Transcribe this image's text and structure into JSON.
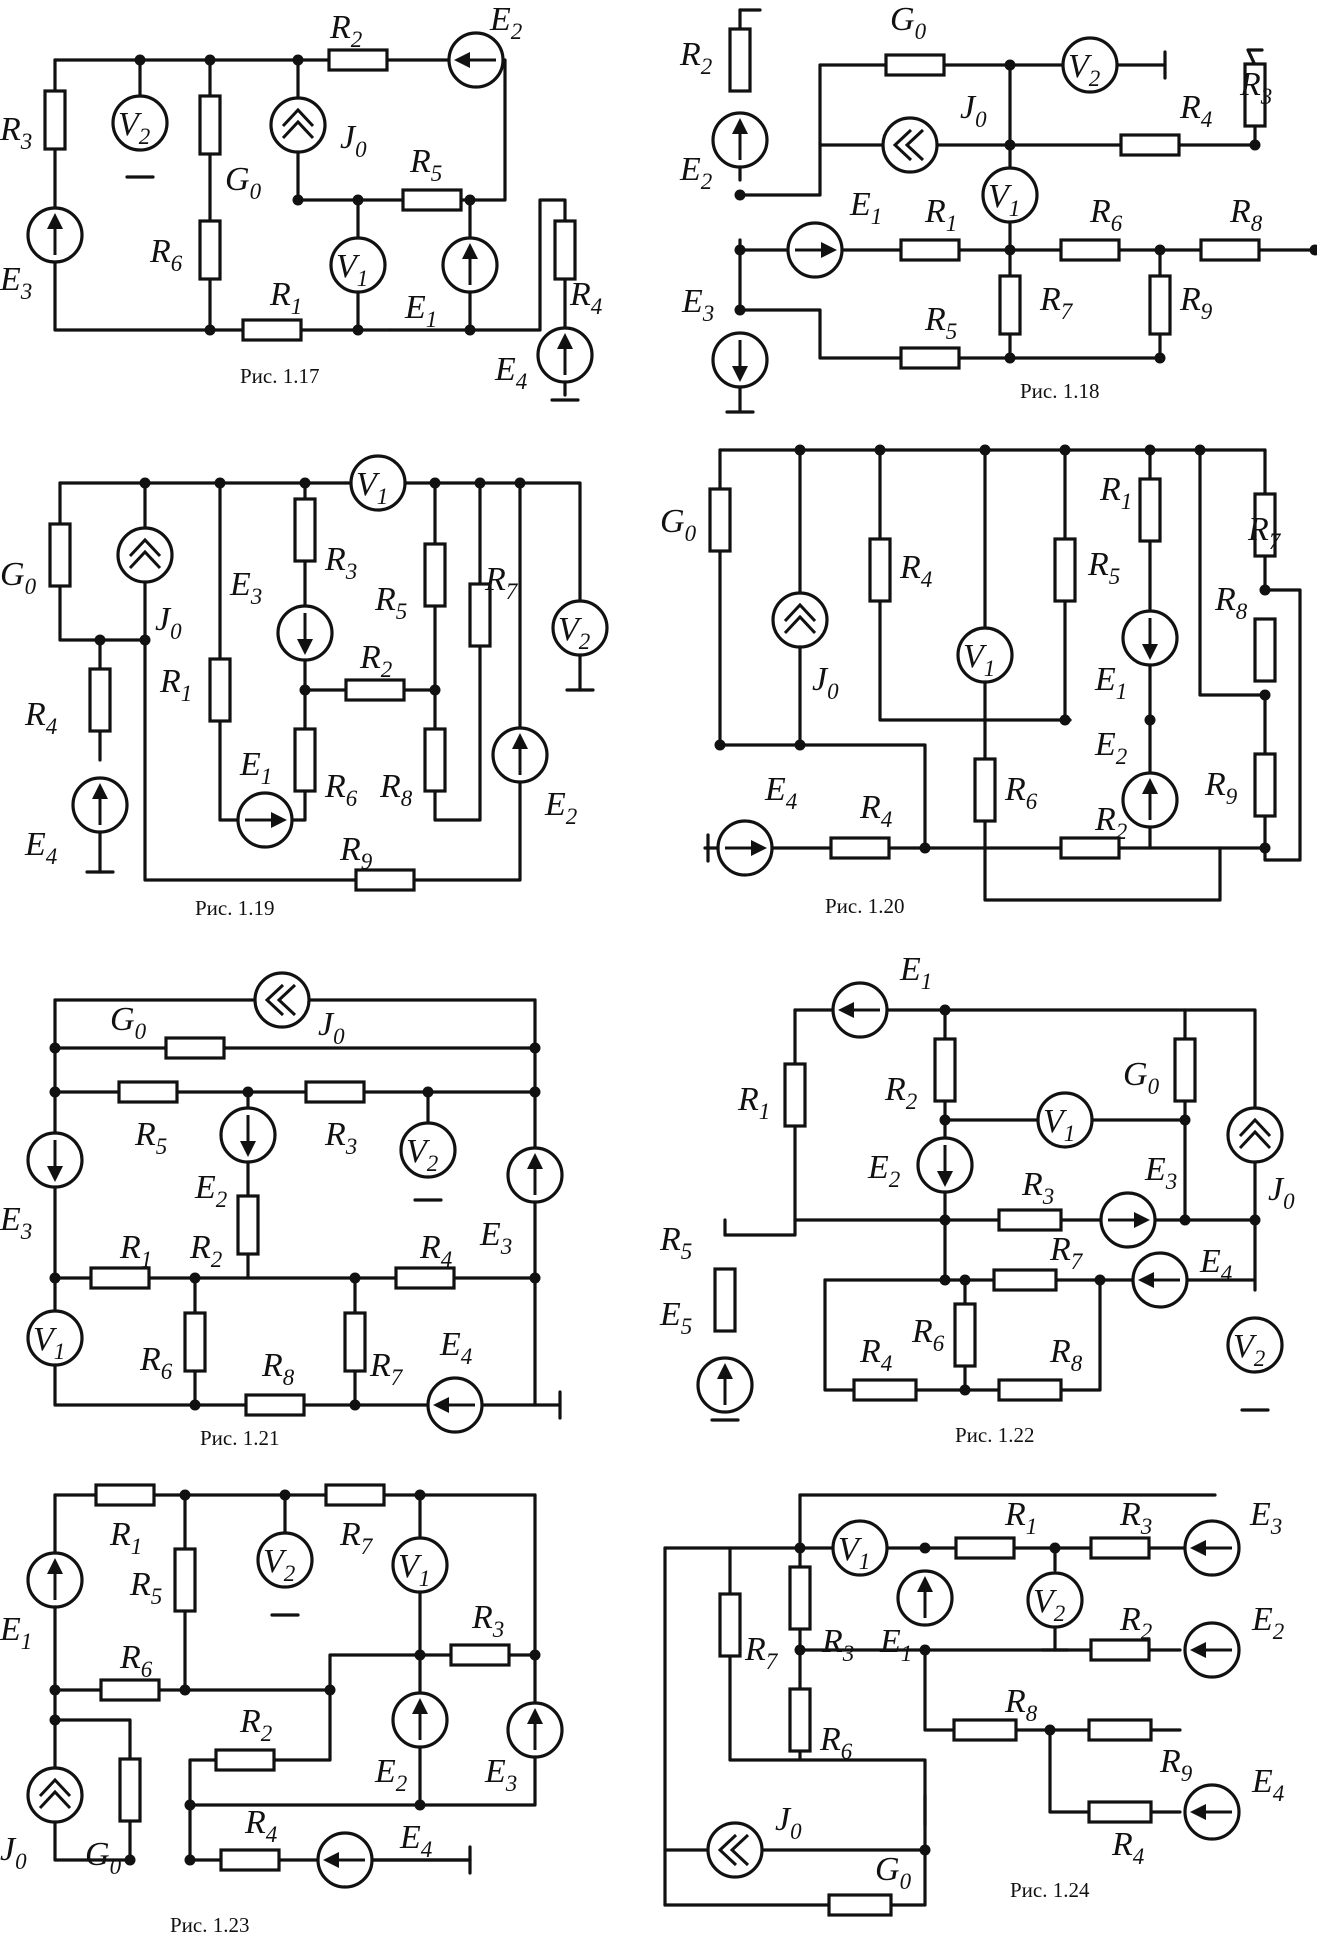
{
  "figures": [
    {
      "id": "fig17",
      "caption": "Рис. 1.17",
      "labels": [
        "R2",
        "E2",
        "R3",
        "V2",
        "J0",
        "G0",
        "R5",
        "R6",
        "V1",
        "E1",
        "R1",
        "R4",
        "E3",
        "E4"
      ]
    },
    {
      "id": "fig18",
      "caption": "Рис. 1.18",
      "labels": [
        "G0",
        "V2",
        "R3",
        "R2",
        "J0",
        "R4",
        "E2",
        "V1",
        "E1",
        "R1",
        "R6",
        "R8",
        "R7",
        "R9",
        "E3",
        "R5"
      ]
    },
    {
      "id": "fig19",
      "caption": "Рис. 1.19",
      "labels": [
        "V1",
        "G0",
        "J0",
        "R3",
        "E3",
        "R5",
        "R7",
        "V2",
        "R2",
        "R1",
        "R4",
        "E1",
        "R6",
        "R8",
        "E2",
        "E4",
        "R9"
      ]
    },
    {
      "id": "fig20",
      "caption": "Рис. 1.20",
      "labels": [
        "G0",
        "R1",
        "R7",
        "R4",
        "R5",
        "R8",
        "V1",
        "J0",
        "E1",
        "E2",
        "E4",
        "R4",
        "R6",
        "R2",
        "R9"
      ]
    },
    {
      "id": "fig21",
      "caption": "Рис. 1.21",
      "labels": [
        "J0",
        "G0",
        "R5",
        "R3",
        "V2",
        "E3",
        "E2",
        "R1",
        "R2",
        "R4",
        "E3",
        "V1",
        "R6",
        "R8",
        "R7",
        "E4"
      ]
    },
    {
      "id": "fig22",
      "caption": "Рис. 1.22",
      "labels": [
        "E1",
        "R1",
        "R2",
        "G0",
        "V1",
        "J0",
        "E2",
        "R3",
        "E3",
        "R5",
        "R7",
        "E4",
        "E5",
        "R4",
        "R6",
        "R8",
        "V2"
      ]
    },
    {
      "id": "fig23",
      "caption": "Рис. 1.23",
      "labels": [
        "R1",
        "R7",
        "V2",
        "V1",
        "R5",
        "E1",
        "R3",
        "R6",
        "R2",
        "E2",
        "E3",
        "J0",
        "G0",
        "R4",
        "E4"
      ]
    },
    {
      "id": "fig24",
      "caption": "Рис. 1.24",
      "labels": [
        "V1",
        "R1",
        "R3",
        "E3",
        "V2",
        "R3",
        "E1",
        "R2",
        "E2",
        "R7",
        "R8",
        "R6",
        "R9",
        "E4",
        "J0",
        "R4",
        "G0"
      ]
    }
  ]
}
